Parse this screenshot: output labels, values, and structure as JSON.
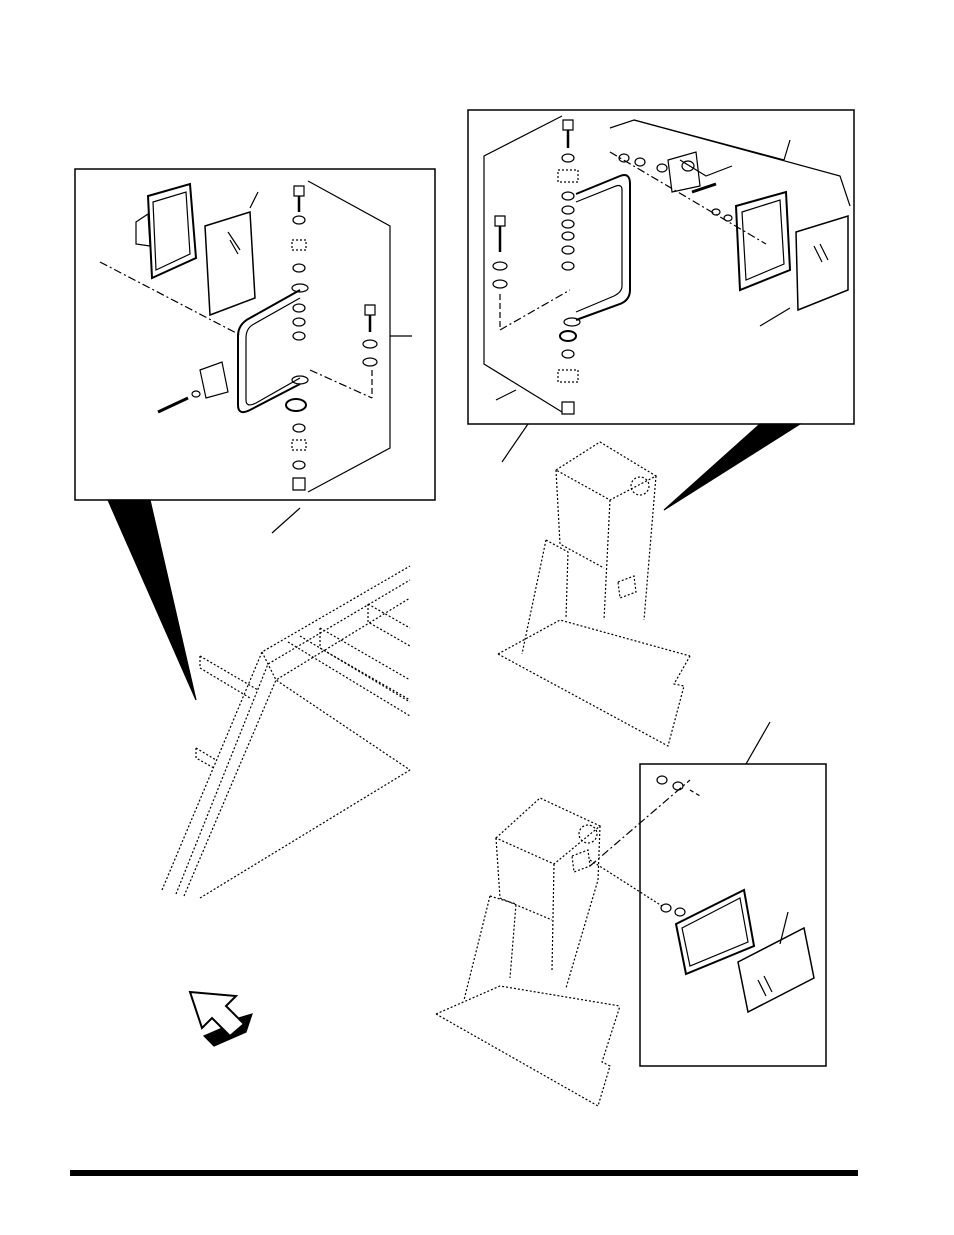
{
  "page": {
    "description_visible_text": []
  },
  "figure": {
    "type": "exploded-parts-diagram",
    "line_color": "#000000",
    "background": "#ffffff",
    "panels": [
      {
        "id": "mirror-left-detail",
        "parts": [
          "mirror-head",
          "mirror-glass",
          "mounting-bracket",
          "bolts",
          "washers",
          "nuts"
        ]
      },
      {
        "id": "mirror-right-detail",
        "parts": [
          "mirror-head",
          "mirror-glass",
          "mounting-bracket",
          "bolts",
          "washers",
          "nuts"
        ]
      },
      {
        "id": "mirror-fender-detail",
        "parts": [
          "mirror-head",
          "mirror-glass",
          "nuts",
          "washers"
        ]
      }
    ],
    "icons": [
      "direction-arrow-icon"
    ]
  }
}
